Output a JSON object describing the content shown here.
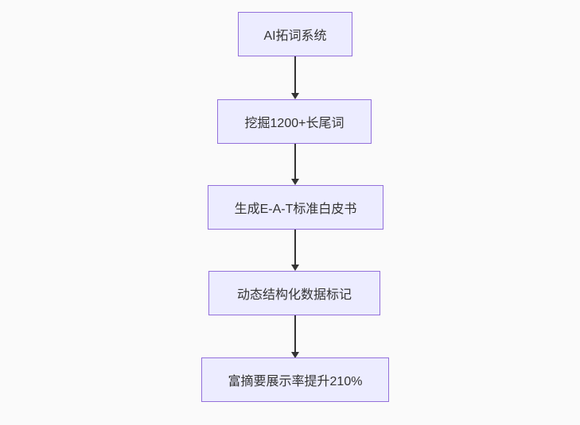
{
  "diagram": {
    "type": "flowchart",
    "direction": "top-down",
    "background_color": "#fafafa",
    "node_fill_color": "#ECECFF",
    "node_border_color": "#9370DB",
    "node_text_color": "#333333",
    "arrow_color": "#333333",
    "nodes": [
      {
        "id": "A",
        "label": "AI拓词系统"
      },
      {
        "id": "B",
        "label": "挖掘1200+长尾词"
      },
      {
        "id": "C",
        "label": "生成E-A-T标准白皮书"
      },
      {
        "id": "D",
        "label": "动态结构化数据标记"
      },
      {
        "id": "E",
        "label": "富摘要展示率提升210%"
      }
    ],
    "edges": [
      {
        "from": "A",
        "to": "B"
      },
      {
        "from": "B",
        "to": "C"
      },
      {
        "from": "C",
        "to": "D"
      },
      {
        "from": "D",
        "to": "E"
      }
    ]
  }
}
